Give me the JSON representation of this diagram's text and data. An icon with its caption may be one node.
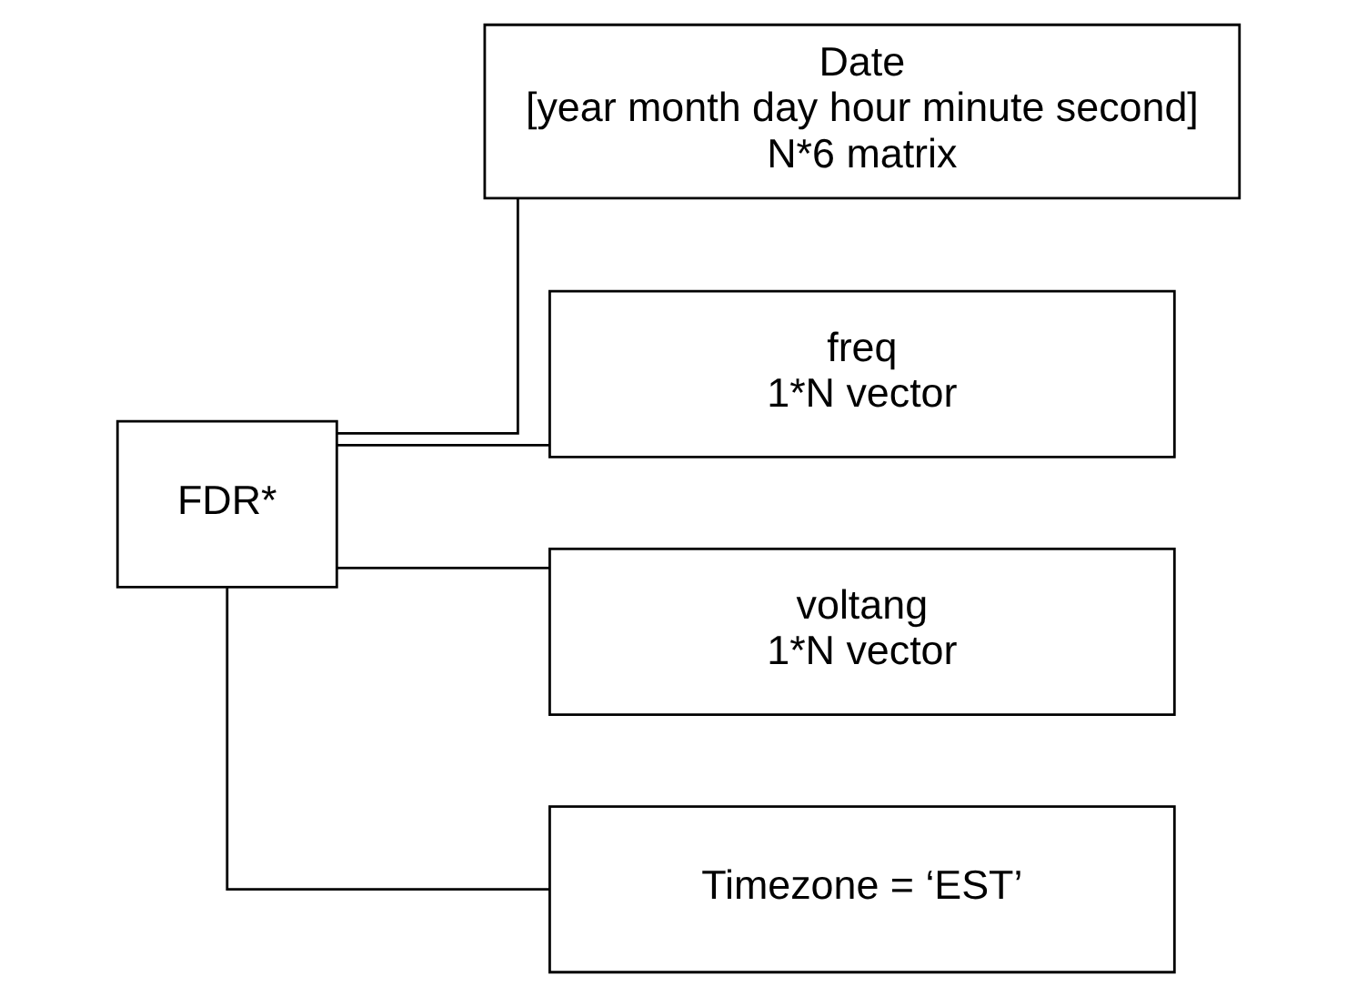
{
  "diagram": {
    "nodes": [
      {
        "text": [
          "FDR*"
        ]
      },
      {
        "text": [
          "Date",
          "[year month day hour minute second]",
          "N*6 matrix"
        ]
      },
      {
        "text": [
          "freq",
          "1*N vector"
        ]
      },
      {
        "text": [
          "voltang",
          "1*N vector"
        ]
      },
      {
        "text": [
          "Timezone = ‘EST’"
        ]
      }
    ],
    "edges": [
      {
        "from": 0,
        "to": 1,
        "arrow": "none"
      },
      {
        "from": 0,
        "to": 2,
        "arrow": "none"
      },
      {
        "from": 0,
        "to": 3,
        "arrow": "none"
      },
      {
        "from": 0,
        "to": 4,
        "arrow": "none"
      }
    ]
  }
}
